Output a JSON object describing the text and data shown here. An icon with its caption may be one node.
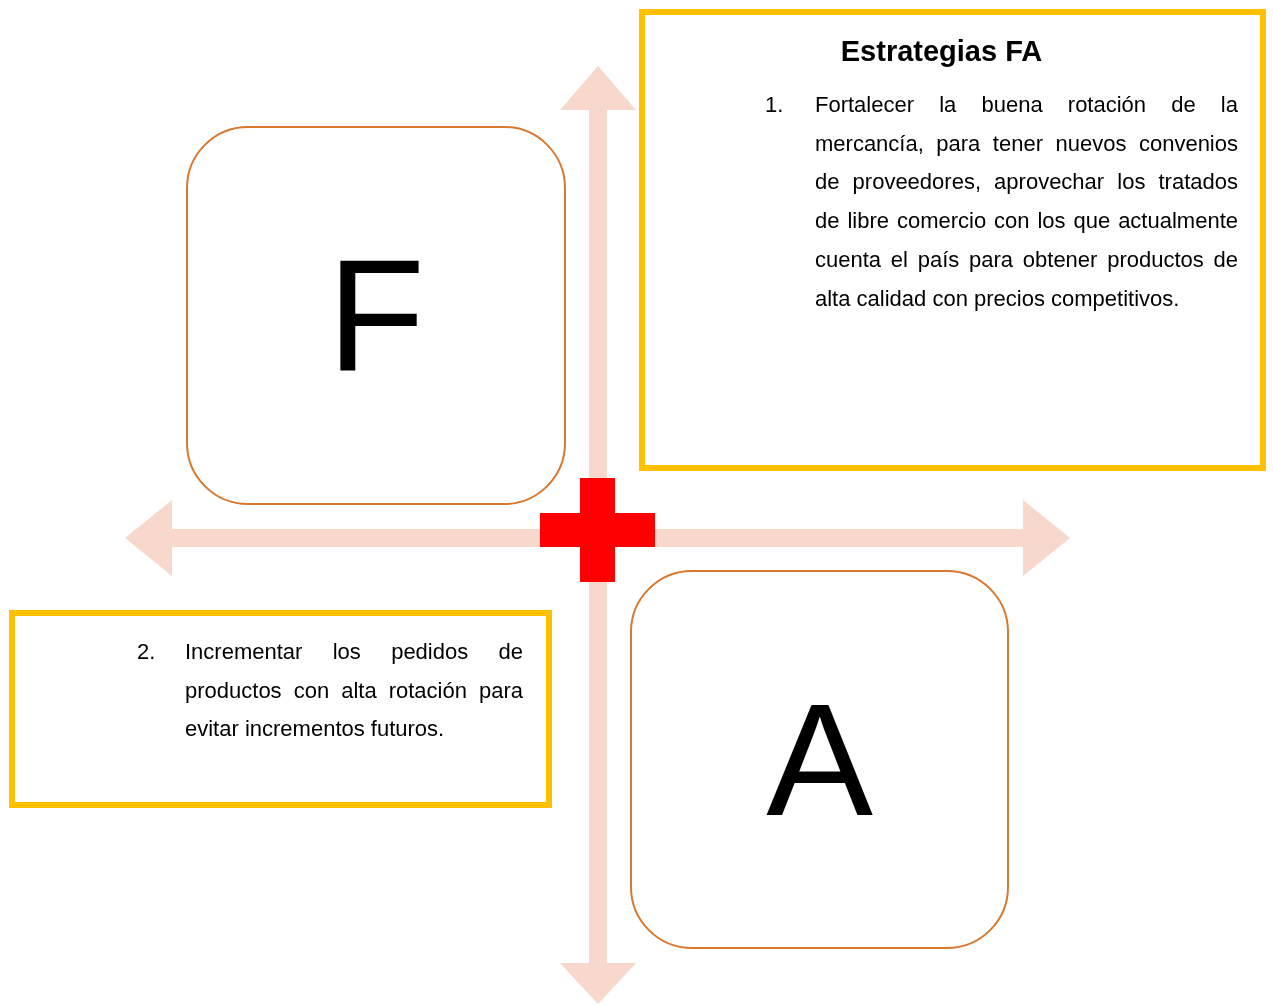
{
  "diagram": {
    "nodes": [
      {
        "text": [
          "F"
        ]
      },
      {
        "text": [
          "Estrategias FA",
          "1.",
          "Fortalecer la buena rotación de la mercancía, para tener nuevos convenios de proveedores, aprovechar los tratados de libre comercio con los que actualmente cuenta el país para obtener productos de alta calidad con precios competitivos."
        ]
      },
      {
        "text": [
          "2.",
          "Incrementar los pedidos de productos con alta rotación para evitar incrementos futuros."
        ]
      },
      {
        "text": [
          "A"
        ]
      }
    ]
  }
}
